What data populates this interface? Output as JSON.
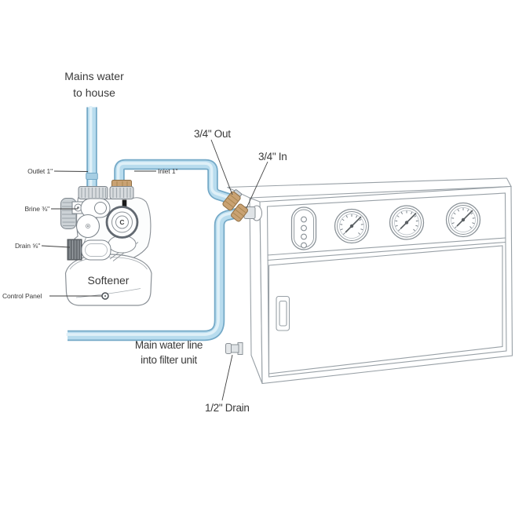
{
  "labels": {
    "mains_water": "Mains water\nto house",
    "outlet": "Outlet 1\"",
    "inlet": "Inlet 1\"",
    "brine": "Brine ⅜\"",
    "softener_drain": "Drain ⅝\"",
    "softener": "Softener",
    "control_panel": "Control Panel",
    "out_34": "3/4\" Out",
    "in_34": "3/4\" In",
    "main_line": "Main water line\ninto filter unit",
    "filter_drain": "1/2\" Drain",
    "valve_letter": "C"
  },
  "filter_unit": {
    "gauge_count": 3,
    "indicator_light_count": 4
  },
  "colors": {
    "pipe_border": "#74a9c7",
    "pipe_fill": "#b8dcee",
    "pipe_highlight": "#dff0f8",
    "brass": "#c9a273",
    "brass_edge": "#8f6f45",
    "outline": "#98a0a6",
    "valve_outline": "#7d858c",
    "arrow": "#1b1b1b",
    "text": "#3a3a3a"
  }
}
